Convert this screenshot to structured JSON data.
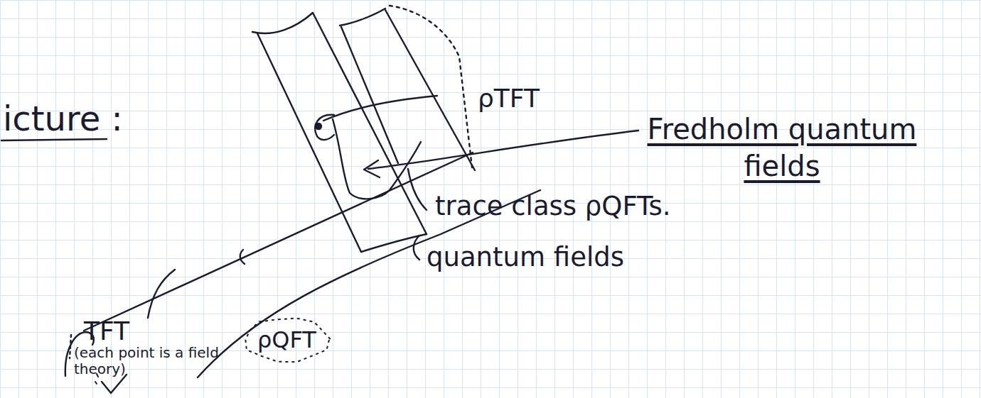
{
  "diagram": {
    "nodes": [
      {
        "text": [
          "ρQFT"
        ]
      }
    ],
    "labels": [
      "icture :",
      "ρTFT",
      "Fredholm quantum fields",
      "trace class ρQFTs.",
      "quantum fields",
      "TFT",
      "(each point is a field theory)"
    ]
  }
}
